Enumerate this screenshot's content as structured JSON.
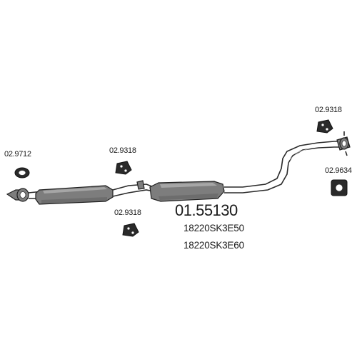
{
  "main_part_number": "01.55130",
  "oem_numbers": [
    "18220SK3E50",
    "18220SK3E60"
  ],
  "accessory_labels": {
    "gasket_left": "02.9712",
    "hanger_top_center": "02.9318",
    "hanger_bottom_center": "02.9318",
    "hanger_top_right": "02.9318",
    "clamp_right": "02.9634"
  }
}
